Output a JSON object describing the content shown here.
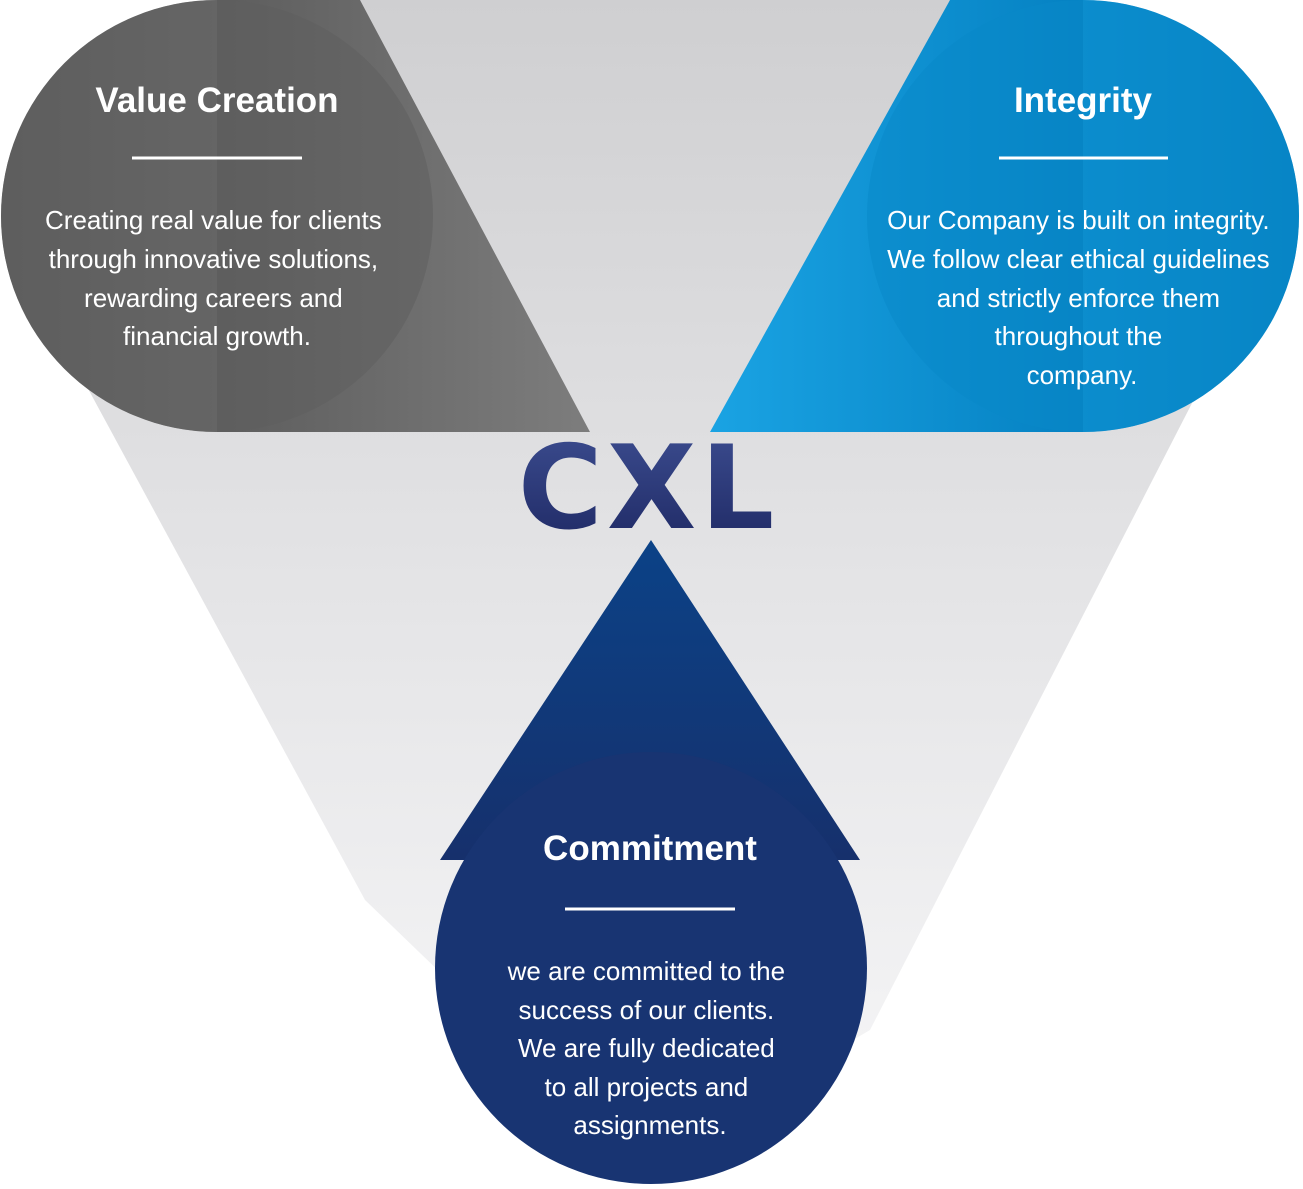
{
  "logo": {
    "text": "CXL",
    "color_top": "#3a4b8c",
    "color_bottom": "#1f2a66"
  },
  "values": [
    {
      "key": "value-creation",
      "title": "Value Creation",
      "lines": [
        "Creating real value for clients",
        "through innovative solutions,",
        "rewarding careers and",
        "financial growth."
      ],
      "color": "#646464"
    },
    {
      "key": "integrity",
      "title": "Integrity",
      "lines": [
        "Our Company is built on integrity.",
        "We follow clear ethical guidelines",
        "and strictly enforce them",
        "throughout the",
        "company."
      ],
      "color": "#0a8fcf"
    },
    {
      "key": "commitment",
      "title": "Commitment",
      "lines": [
        "we are committed to the",
        "success of our clients.",
        "We are fully dedicated",
        "to all projects and",
        "assignments."
      ],
      "color": "#1c3a7a"
    }
  ]
}
